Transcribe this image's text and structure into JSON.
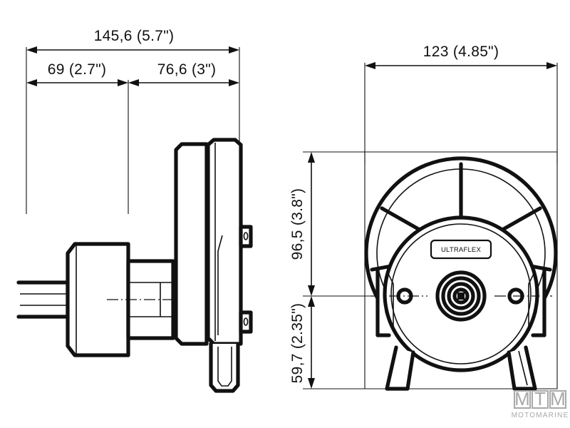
{
  "document": {
    "type": "technical-drawing",
    "title": "Ultraflex rotary steering helm - dimensional drawing",
    "views": [
      "side-view",
      "front-view"
    ],
    "units_note": "millimetres with inches in parentheses",
    "line_color": "#111111",
    "background_color": "#ffffff"
  },
  "side_view": {
    "name": "side-view",
    "dimensions": {
      "overall_length": "145,6 (5.7\")",
      "segment_front": "69 (2.7\")",
      "segment_rear": "76,6 (3\")"
    }
  },
  "front_view": {
    "name": "front-view",
    "dimensions": {
      "overall_width": "123 (4.85\")",
      "height_above_center": "96,5 (3.8\")",
      "height_below_center": "59,7 (2.35\")"
    },
    "brand_badge": "ULTRAFLEX"
  },
  "watermark": {
    "letters": [
      "M",
      "T",
      "M"
    ],
    "caption": "MOTOMARINE",
    "color": "#a8a8a8"
  }
}
